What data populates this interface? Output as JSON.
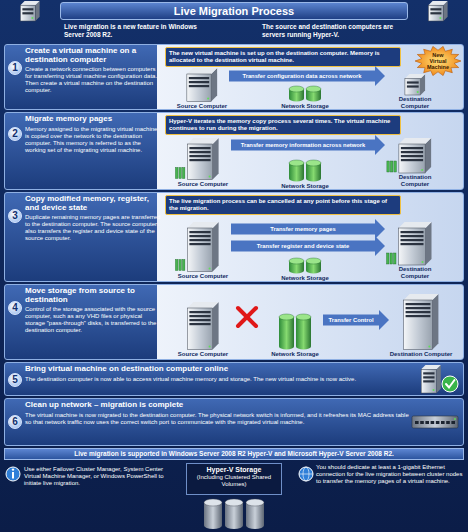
{
  "diagram": {
    "title": "Live Migration Process",
    "nodes": [
      {
        "text": [
          "Create a virtual machine on a destination computer",
          "Create a network connection between computers for transferring virtual machine configuration data. Then create a virtual machine on the destination computer."
        ]
      },
      {
        "text": [
          "1"
        ],
        "in": 0
      },
      {
        "text": [
          "The new virtual machine is set up on the destination computer. Memory is allocated to the destination virtual machine."
        ],
        "in": 0
      },
      {
        "text": [
          "Source Computer"
        ],
        "in": 0
      },
      {
        "text": [
          "Network Storage"
        ],
        "in": 0
      },
      {
        "text": [
          "New Virtual Machine"
        ],
        "in": 0
      },
      {
        "text": [
          "Destination Computer"
        ],
        "in": 0
      },
      {
        "text": [
          "Migrate memory pages",
          "Memory assigned to the migrating virtual machine is copied over the network to the destination computer. This memory is referred to as the working set of the migrating virtual machine."
        ]
      },
      {
        "text": [
          "2"
        ],
        "in": 7
      },
      {
        "text": [
          "Hyper-V iterates the memory copy process several times. The virtual machine continues to run during the migration."
        ],
        "in": 7
      },
      {
        "text": [
          "Source Computer"
        ],
        "in": 7
      },
      {
        "text": [
          "Network Storage"
        ],
        "in": 7
      },
      {
        "text": [
          "Destination Computer"
        ],
        "in": 7
      },
      {
        "text": [
          "Copy modified memory, register, and device state",
          "Duplicate remaining memory pages are transferred to the destination computer. The source computer also transfers the register and device state of the source computer."
        ]
      },
      {
        "text": [
          "3"
        ],
        "in": 13
      },
      {
        "text": [
          "The live migration process can be cancelled at any point before this stage of the migration."
        ],
        "in": 13
      },
      {
        "text": [
          "Source Computer"
        ],
        "in": 13
      },
      {
        "text": [
          "Network Storage"
        ],
        "in": 13
      },
      {
        "text": [
          "Destination Computer"
        ],
        "in": 13
      },
      {
        "text": [
          "Move storage from source to destination",
          "Control of the storage associated with the source computer, such as any VHD files or physical storage \"pass-through\" disks, is transferred to the destination computer."
        ]
      },
      {
        "text": [
          "4"
        ],
        "in": 19
      },
      {
        "text": [
          "Source Computer"
        ],
        "in": 19
      },
      {
        "text": [
          "Network Storage"
        ],
        "in": 19
      },
      {
        "text": [
          "Destination Computer"
        ],
        "in": 19
      },
      {
        "text": [
          "Bring virtual machine on destination computer online",
          "The destination computer is now able to access virtual machine memory and storage. The new virtual machine is now active."
        ]
      },
      {
        "text": [
          "5"
        ],
        "in": 24
      },
      {
        "text": [
          "Clean up network – migration is complete",
          "The virtual machine is now migrated to the destination computer. The physical network switch is informed, and it refreshes its MAC address table so that network traffic now uses the correct switch port to communicate with the migrated virtual machine."
        ]
      },
      {
        "text": [
          "6"
        ],
        "in": 26
      },
      {
        "text": [
          "Live migration is supported in Windows Server 2008 R2 Hyper-V and Microsoft Hyper-V Server 2008 R2."
        ]
      },
      {
        "text": [
          "Hyper-V Storage",
          "(Including Clustered Shared Volumes)"
        ]
      }
    ],
    "edges": [
      {
        "from": 3,
        "to": 6,
        "label": "Transfer configuration data across network",
        "arrow": "to"
      },
      {
        "from": 10,
        "to": 12,
        "label": "Transfer memory information across network",
        "arrow": "to"
      },
      {
        "from": 16,
        "to": 18,
        "label": "Transfer memory pages",
        "arrow": "to"
      },
      {
        "from": 16,
        "to": 18,
        "label": "Transfer register and device state",
        "arrow": "to"
      },
      {
        "from": 22,
        "to": 23,
        "label": "Transfer Control",
        "arrow": "to"
      }
    ],
    "labels": [
      "Live migration is a new feature in Windows Server 2008 R2.",
      "The source and destination computers are servers running Hyper-V.",
      "Use either Failover Cluster Manager, System Center Virtual Machine Manager, or Windows PowerShell to initiate live migration.",
      "You should dedicate at least a 1-gigabit Ethernet connection for the live migration between cluster nodes to transfer the memory pages of a virtual machine."
    ]
  }
}
